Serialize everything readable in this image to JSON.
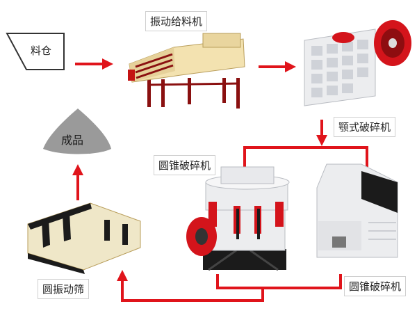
{
  "nodes": {
    "hopper": "料仓",
    "feeder": "振动给料机",
    "jaw_crusher": "颚式破碎机",
    "cone_crusher": "圆锥破碎机",
    "impact_crusher": "圆锥破碎机",
    "screen": "圆振动筛",
    "product": "成品"
  },
  "colors": {
    "arrow": "#e0141b",
    "product_fill": "#9a9a9a",
    "machine_yellow": "#f3e2b0",
    "machine_white": "#ecedef",
    "machine_red": "#d4141b",
    "machine_black": "#1b1b1b"
  }
}
